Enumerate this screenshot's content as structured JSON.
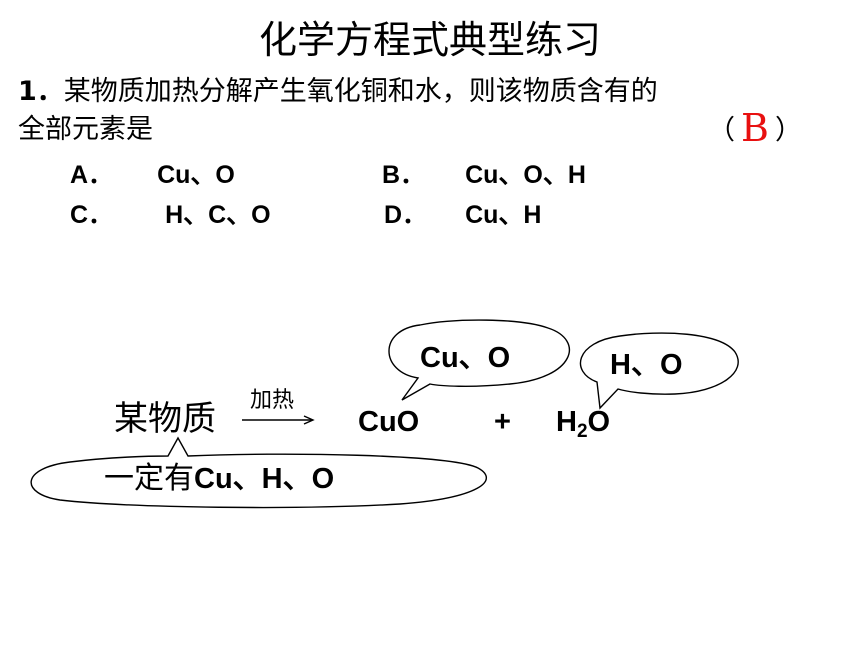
{
  "title": "化学方程式典型练习",
  "question": {
    "number": "1．",
    "line1": "某物质加热分解产生氧化铜和水，则该物质含有的",
    "line2": "全部元素是",
    "paren_open": "（",
    "answer": "B",
    "paren_close": "）",
    "options": [
      {
        "letter": "A．",
        "value": "Cu、O"
      },
      {
        "letter": "B．",
        "value": "Cu、O、H"
      },
      {
        "letter": "C．",
        "value": "H、C、O"
      },
      {
        "letter": "D．",
        "value": "Cu、H"
      }
    ]
  },
  "diagram": {
    "reactant": "某物质",
    "condition": "加热",
    "product1": "CuO",
    "plus": "+",
    "product2_h": "H",
    "product2_sub": "2",
    "product2_o": "O",
    "bubble_cuo": "Cu、O",
    "bubble_h2o": "H、O",
    "bubble_reactant_prefix": "一定有",
    "bubble_reactant_elements": "Cu、H、O"
  },
  "colors": {
    "answer": "#e81010",
    "text": "#000000"
  }
}
